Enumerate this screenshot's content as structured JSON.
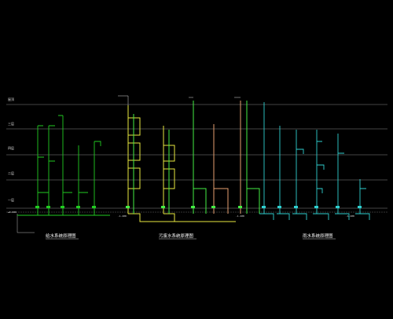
{
  "floors": [
    "屋顶",
    "三层",
    "四层",
    "二层",
    "一层"
  ],
  "elevations": [
    "±0.000",
    "-1.200",
    "-1.200",
    "-1.200"
  ],
  "titles": [
    "给水系统原理图",
    "污废水系统原理图",
    "雨水系统原理图"
  ],
  "colors": {
    "background": "#000000",
    "floor_line": "#8a8a8a",
    "supply": "#22cc22",
    "drain_main": "#e8e840",
    "drain_branch": "#44ee44",
    "vent": "#e6a070",
    "rain": "#2fd0d0",
    "text": "#ffffff"
  }
}
